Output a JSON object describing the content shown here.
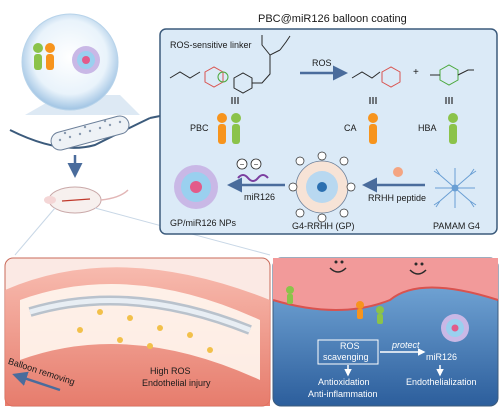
{
  "title": "PBC@miR126 balloon coating",
  "labels": {
    "ros_linker": "ROS-sensitive linker",
    "ros": "ROS",
    "plus": "+",
    "pbc": "PBC",
    "ca": "CA",
    "hba": "HBA",
    "mir126": "miR126",
    "rrhh": "RRHH peptide",
    "gp_nps": "GP/miR126 NPs",
    "g4_rrhh": "G4-RRHH (GP)",
    "pamam": "PAMAM G4",
    "balloon_removing": "Balloon removing",
    "high_ros": "High ROS",
    "endothelial_injury": "Endothelial injury",
    "ros_scavenging_1": "ROS",
    "ros_scavenging_2": "scavenging",
    "protect": "protect",
    "mir126_cell": "miR126",
    "antioxidation": "Antioxidation",
    "anti_inflammation": "Anti-inflammation",
    "endothelialization": "Endothelialization"
  },
  "colors": {
    "panel_bg": "#dbeaf7",
    "panel_border": "#3c5b7c",
    "arrow": "#4a6c9c",
    "chem_red": "#d9534f",
    "chem_green": "#4aa83c",
    "vessel": "#e85d5d",
    "cell_bg": "#5b8fc9"
  }
}
